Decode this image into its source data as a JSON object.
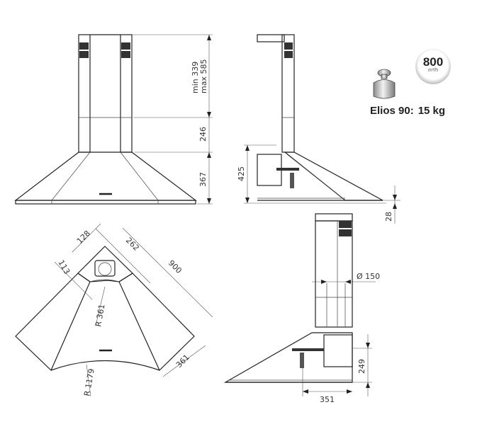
{
  "front_view": {
    "dim_chimney": "min 339\nmax 585",
    "dim_chimney_min": "min 339",
    "dim_chimney_max": "max 585",
    "dim_middle": "246",
    "dim_canopy": "367"
  },
  "side_view": {
    "dim_height": "425",
    "dim_thickness": "28"
  },
  "top_view": {
    "dim_128": "128",
    "dim_262": "262",
    "dim_113": "113",
    "dim_900": "900",
    "dim_r361": "R 361",
    "dim_361": "361",
    "dim_r1179": "R 1179"
  },
  "rear_view": {
    "dim_duct": "Ø 150",
    "dim_249": "249",
    "dim_351": "351"
  },
  "specs": {
    "airflow_value": "800",
    "airflow_unit": "m³/h",
    "model_label": "Elios 90:",
    "weight": "15 kg",
    "icons": [
      "weight-icon",
      "airflow-badge-icon"
    ]
  }
}
